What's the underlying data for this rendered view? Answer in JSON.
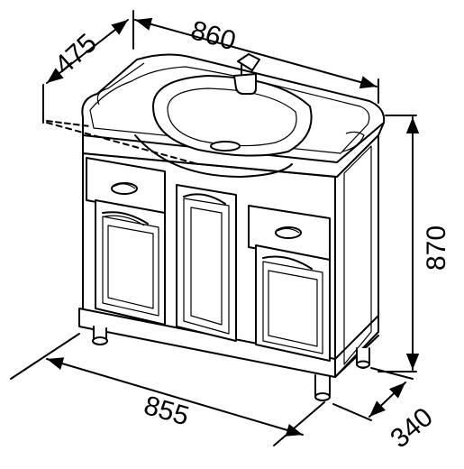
{
  "drawing": {
    "subject": "vanity-cabinet-with-sink",
    "line_color": "#000000",
    "background": "#ffffff"
  },
  "dimensions": {
    "top_width": "860",
    "top_depth": "475",
    "height": "870",
    "base_width": "855",
    "base_depth": "340"
  }
}
